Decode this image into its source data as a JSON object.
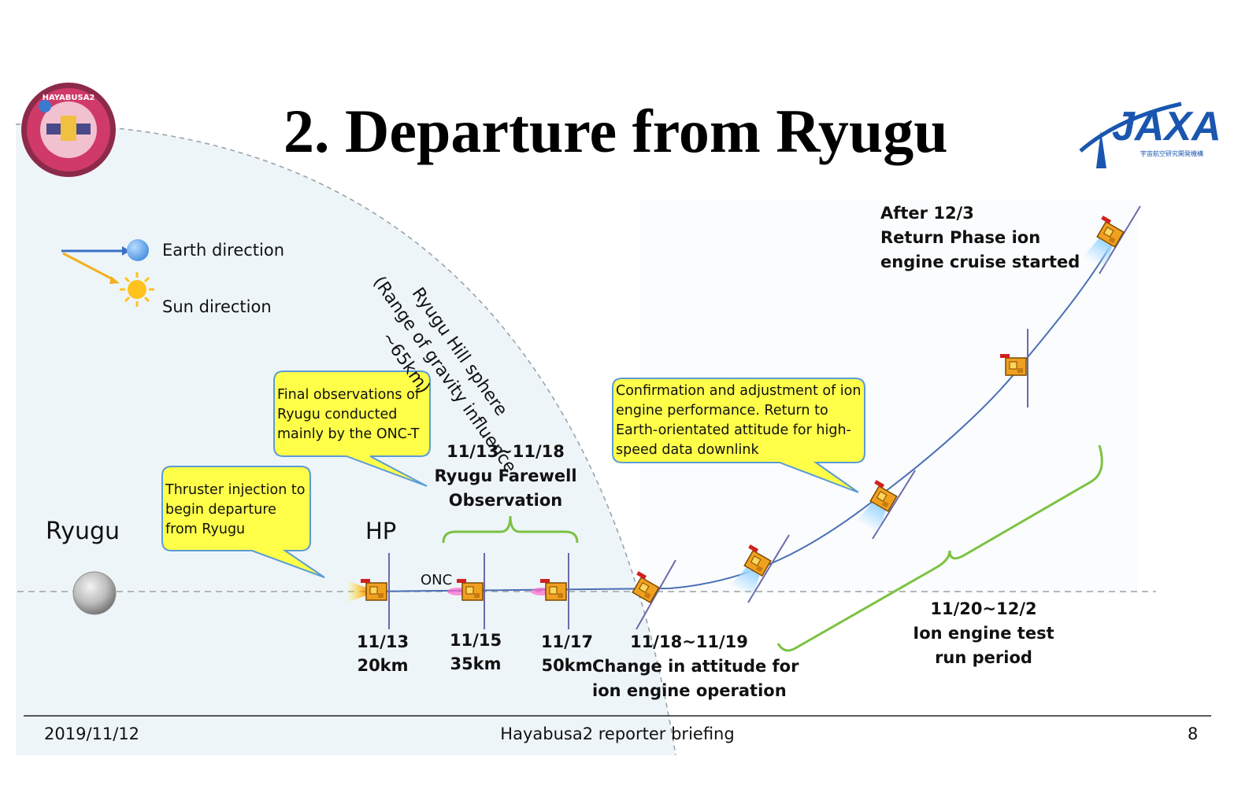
{
  "slide": {
    "title": "2. Departure from Ryugu",
    "logo_left_text": "HAYABUSA2",
    "logo_right_text": "JAXA",
    "logo_right_sub": "宇宙航空研究開発機構",
    "footer_date": "2019/11/12",
    "footer_center": "Hayabusa2 reporter briefing",
    "page_number": "8"
  },
  "legend": {
    "earth_direction": "Earth direction",
    "sun_direction": "Sun direction"
  },
  "hill_sphere": {
    "line1": "Ryugu Hill sphere",
    "line2": "(Range of gravity influence",
    "line3": "~65km)"
  },
  "labels": {
    "ryugu": "Ryugu",
    "hp": "HP",
    "onc": "ONC"
  },
  "callouts": {
    "final_obs": "Final observations of\nRyugu conducted\nmainly by the ONC-T",
    "thruster": "Thruster injection to\nbegin departure\nfrom Ryugu",
    "confirmation": "Confirmation and adjustment of ion\nengine performance. Return to\nEarth-orientated attitude for high-\nspeed data downlink"
  },
  "farewell": {
    "dates": "11/13~11/18",
    "line1": "Ryugu Farewell",
    "line2": "Observation"
  },
  "timeline": [
    {
      "date": "11/13",
      "distance": "20km"
    },
    {
      "date": "11/15",
      "distance": "35km"
    },
    {
      "date": "11/17",
      "distance": "50km"
    }
  ],
  "attitude_change": {
    "dates": "11/18~11/19",
    "line1": "Change in attitude for",
    "line2": "ion engine operation"
  },
  "ion_test": {
    "dates": "11/20~12/2",
    "line1": "Ion engine test",
    "line2": "run period"
  },
  "return_phase": {
    "line1": "After 12/3",
    "line2": "Return Phase ion",
    "line3": "engine cruise started"
  },
  "colors": {
    "callout_fill": "#ffff4a",
    "callout_border": "#5b9bd5",
    "brace": "#7cc242",
    "hill_region": "#eef5f9",
    "trajectory": "#4a6fb5"
  }
}
